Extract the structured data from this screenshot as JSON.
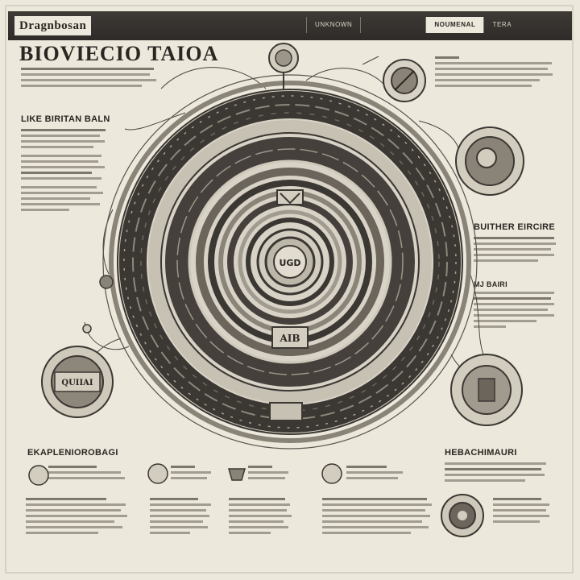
{
  "header": {
    "brand": "Dragnbosan",
    "tabs": [
      "UNKNOWN",
      "",
      "NOUMENAL",
      "TERA"
    ],
    "title": "BIOVIECIO TAIOA"
  },
  "sections": {
    "left_heading": "LIKE BIRITAN BALN",
    "right_heading": "BUITHER EIRCIRE",
    "right_subheading": "MJ BAIRI",
    "bottom_left_heading": "EKAPLENIOROBAGI",
    "bottom_right_heading": "HEBACHIMAURI"
  },
  "diagram": {
    "center_label": "UGD",
    "lower_label": "AIB",
    "left_medallion_label": "QUIIAI"
  },
  "colors": {
    "paper": "#ece8dc",
    "ink": "#2a2622",
    "dark_ring": "#3b3733",
    "mid_ring": "#8a8478"
  }
}
